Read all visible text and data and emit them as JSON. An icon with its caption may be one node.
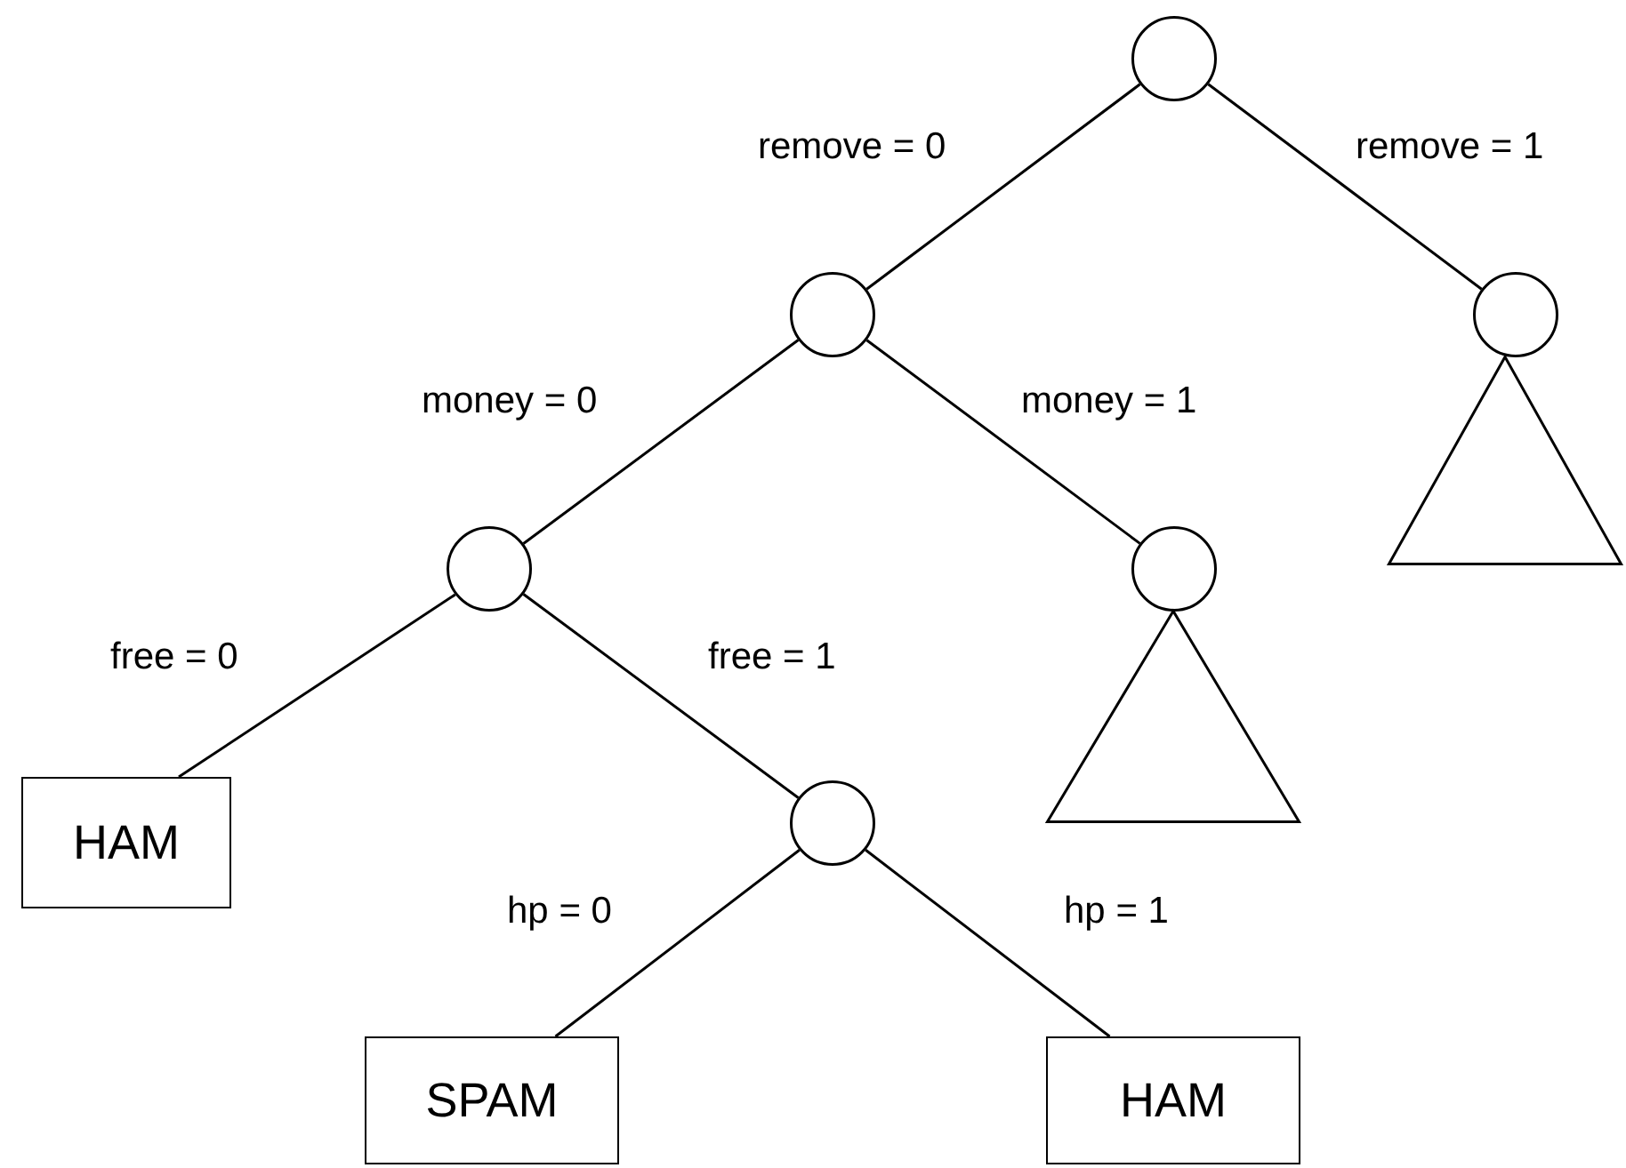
{
  "diagram": {
    "nodes": [
      {
        "text": [],
        "shape": "circle"
      },
      {
        "text": [],
        "shape": "circle"
      },
      {
        "text": [],
        "shape": "circle"
      },
      {
        "text": [],
        "shape": "triangle"
      },
      {
        "text": [],
        "shape": "circle"
      },
      {
        "text": [],
        "shape": "circle"
      },
      {
        "text": [],
        "shape": "triangle"
      },
      {
        "text": [
          "HAM"
        ]
      },
      {
        "text": [],
        "shape": "circle"
      },
      {
        "text": [
          "SPAM"
        ]
      },
      {
        "text": [
          "HAM"
        ]
      }
    ],
    "edges": [
      {
        "from": 0,
        "to": 1,
        "arrow": "none",
        "label": "remove = 0"
      },
      {
        "from": 0,
        "to": 2,
        "arrow": "none",
        "label": "remove = 1"
      },
      {
        "from": 1,
        "to": 4,
        "arrow": "none",
        "label": "money = 0"
      },
      {
        "from": 1,
        "to": 5,
        "arrow": "none",
        "label": "money = 1"
      },
      {
        "from": 4,
        "to": 7,
        "arrow": "none",
        "label": "free = 0"
      },
      {
        "from": 4,
        "to": 8,
        "arrow": "none",
        "label": "free = 1"
      },
      {
        "from": 8,
        "to": 9,
        "arrow": "none",
        "label": "hp = 0"
      },
      {
        "from": 8,
        "to": 10,
        "arrow": "none",
        "label": "hp = 1"
      }
    ]
  }
}
